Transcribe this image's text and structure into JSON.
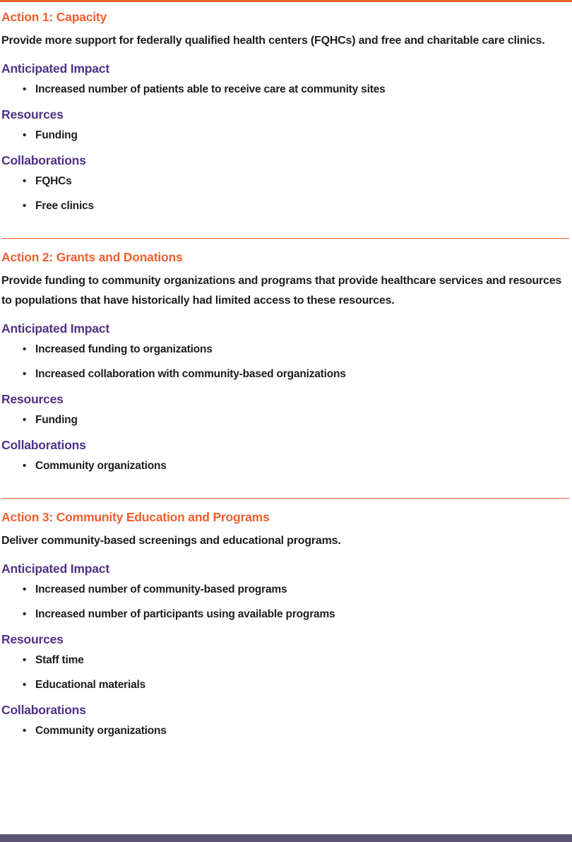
{
  "theme": {
    "heading_color": "#F05F2D",
    "rule_color": "#E8622C",
    "subheading_color": "#4E3486",
    "body_color": "#1D1D1B",
    "bottom_bar_color": "#5C5674",
    "background_color": "#FFFFFF"
  },
  "sections": [
    {
      "title": "Action 1: Capacity",
      "description": "Provide more support for federally qualified health centers (FQHCs) and free and charitable care clinics.",
      "groups": [
        {
          "heading": "Anticipated Impact",
          "items": [
            "Increased number of patients able to receive care at community sites"
          ]
        },
        {
          "heading": "Resources",
          "items": [
            "Funding"
          ]
        },
        {
          "heading": "Collaborations",
          "items": [
            "FQHCs",
            "Free clinics"
          ]
        }
      ]
    },
    {
      "title": "Action 2: Grants and Donations",
      "description": "Provide funding to community organizations and programs that provide healthcare services and resources to populations that have historically had limited access to these resources.",
      "groups": [
        {
          "heading": "Anticipated Impact",
          "items": [
            "Increased funding to organizations",
            "Increased collaboration with community-based organizations"
          ]
        },
        {
          "heading": "Resources",
          "items": [
            "Funding"
          ]
        },
        {
          "heading": "Collaborations",
          "items": [
            "Community organizations"
          ]
        }
      ]
    },
    {
      "title": "Action 3: Community Education and Programs",
      "description": "Deliver community-based screenings and educational programs.",
      "groups": [
        {
          "heading": "Anticipated Impact",
          "items": [
            "Increased number of community-based programs",
            "Increased number of participants using available programs"
          ]
        },
        {
          "heading": "Resources",
          "items": [
            "Staff time",
            "Educational materials"
          ]
        },
        {
          "heading": "Collaborations",
          "items": [
            "Community organizations"
          ]
        }
      ]
    }
  ]
}
